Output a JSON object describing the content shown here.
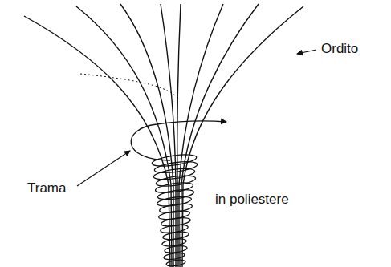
{
  "diagram": {
    "labels": [
      "Ordito",
      "Trama",
      "in poliestere"
    ]
  }
}
